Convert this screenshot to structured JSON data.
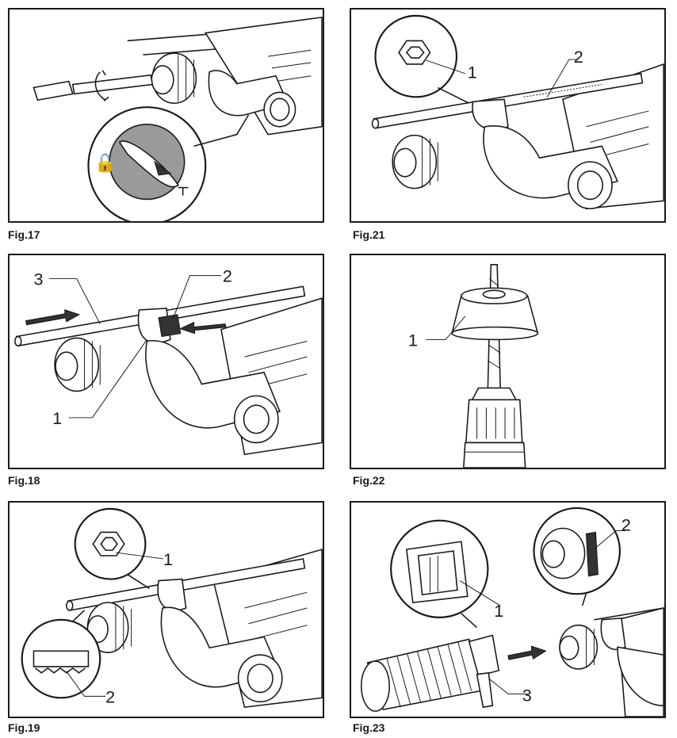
{
  "figures": [
    {
      "id": "fig17",
      "caption": "Fig.17",
      "callouts": []
    },
    {
      "id": "fig21",
      "caption": "Fig.21",
      "callouts": [
        "1",
        "2"
      ]
    },
    {
      "id": "fig18",
      "caption": "Fig.18",
      "callouts": [
        "3",
        "2",
        "1"
      ]
    },
    {
      "id": "fig22",
      "caption": "Fig.22",
      "callouts": [
        "1"
      ]
    },
    {
      "id": "fig19",
      "caption": "Fig.19",
      "callouts": [
        "1",
        "2"
      ]
    },
    {
      "id": "fig23",
      "caption": "Fig.23",
      "callouts": [
        "2",
        "1",
        "3"
      ]
    }
  ]
}
